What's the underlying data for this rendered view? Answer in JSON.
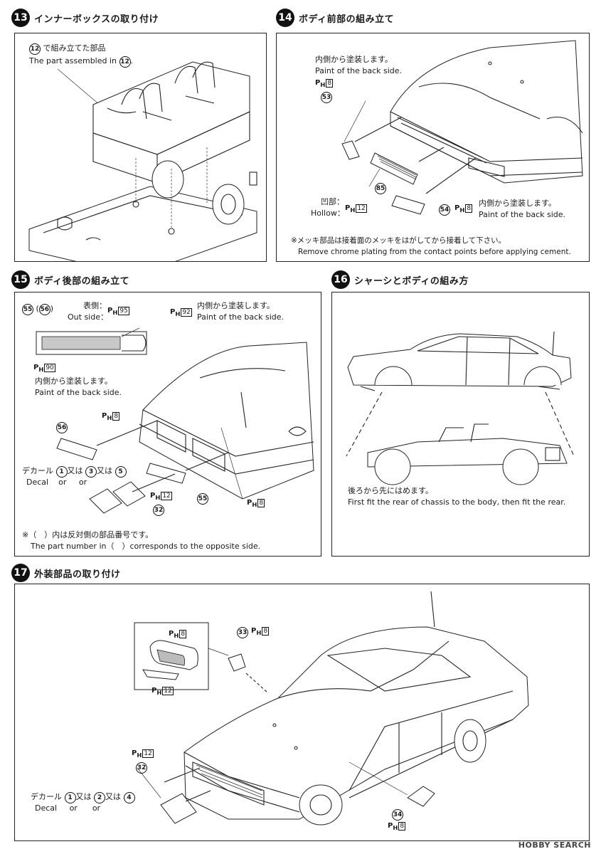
{
  "steps": {
    "s13": {
      "num": "13",
      "title": "インナーボックスの取り付け",
      "ref_num": "12",
      "ref_jp": "で組み立てた部品",
      "ref_en": "The part assembled in"
    },
    "s14": {
      "num": "14",
      "title": "ボディ前部の組み立て",
      "note1_jp": "内側から塗装します。",
      "note1_en": "Paint of the back side.",
      "paint1": "8",
      "part53": "53",
      "part85": "85",
      "part54": "54",
      "hollow_jp": "凹部：",
      "hollow_en": "Hollow：",
      "paint_hollow": "12",
      "paint2": "8",
      "note2_jp": "内側から塗装します。",
      "note2_en": "Paint of the back side.",
      "chrome_jp": "※メッキ部品は接着面のメッキをはがしてから接着して下さい。",
      "chrome_en": "Remove chrome plating from the contact points before applying cement."
    },
    "s15": {
      "num": "15",
      "title": "ボディ後部の組み立て",
      "part55": "55",
      "part56": "56",
      "out_jp": "表側：",
      "out_en": "Out side：",
      "paint_out": "95",
      "paint_back": "92",
      "back_jp": "内側から塗装します。",
      "back_en": "Paint of the back side.",
      "paint_90": "90",
      "inner_jp": "内側から塗装します。",
      "inner_en": "Paint of the back side.",
      "paint_8a": "8",
      "paint_8b": "8",
      "paint_12": "12",
      "part32": "32",
      "decal_jp": "デカール",
      "decal_en": "Decal",
      "d1": "1",
      "d3": "3",
      "d5": "5",
      "or_jp": "又は",
      "or_en": "or",
      "note_jp": "※（　）内は反対側の部品番号です。",
      "note_en": "The part number in（　）corresponds to the opposite side."
    },
    "s16": {
      "num": "16",
      "title": "シャーシとボディの組み方",
      "jp": "後ろから先にはめます。",
      "en": "First fit the rear of chassis to the body, then fit the rear."
    },
    "s17": {
      "num": "17",
      "title": "外装部品の取り付け",
      "paint_8a": "8",
      "paint_12a": "12",
      "part33": "33",
      "paint_8b": "8",
      "paint_12b": "12",
      "part32": "32",
      "part34": "34",
      "paint_8c": "8",
      "decal_jp": "デカール",
      "decal_en": "Decal",
      "d1": "1",
      "d2": "2",
      "d4": "4",
      "or_jp": "又は",
      "or_en": "or"
    }
  },
  "paint_prefix": "P",
  "paint_sub": "H",
  "watermark": "HOBBY SEARCH"
}
